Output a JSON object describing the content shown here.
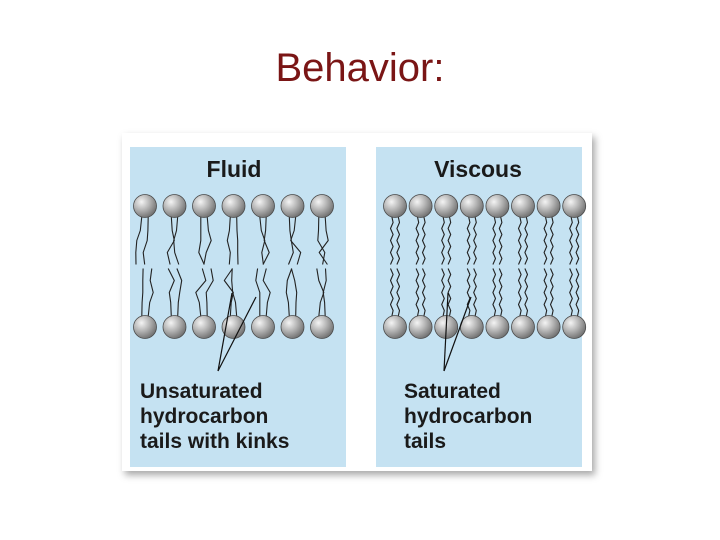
{
  "slide": {
    "title": "Behavior:",
    "title_color": "#7a1515"
  },
  "figure": {
    "panel_color": "#c5e2f2",
    "head_color": "#9a9a9a",
    "panels": [
      {
        "id": "fluid",
        "title": "Fluid",
        "tails": "kinked",
        "caption": [
          "Unsaturated",
          "hydrocarbon",
          "tails with kinks"
        ]
      },
      {
        "id": "viscous",
        "title": "Viscous",
        "tails": "straight",
        "caption": [
          "Saturated",
          "hydrocarbon",
          "tails"
        ]
      }
    ]
  }
}
